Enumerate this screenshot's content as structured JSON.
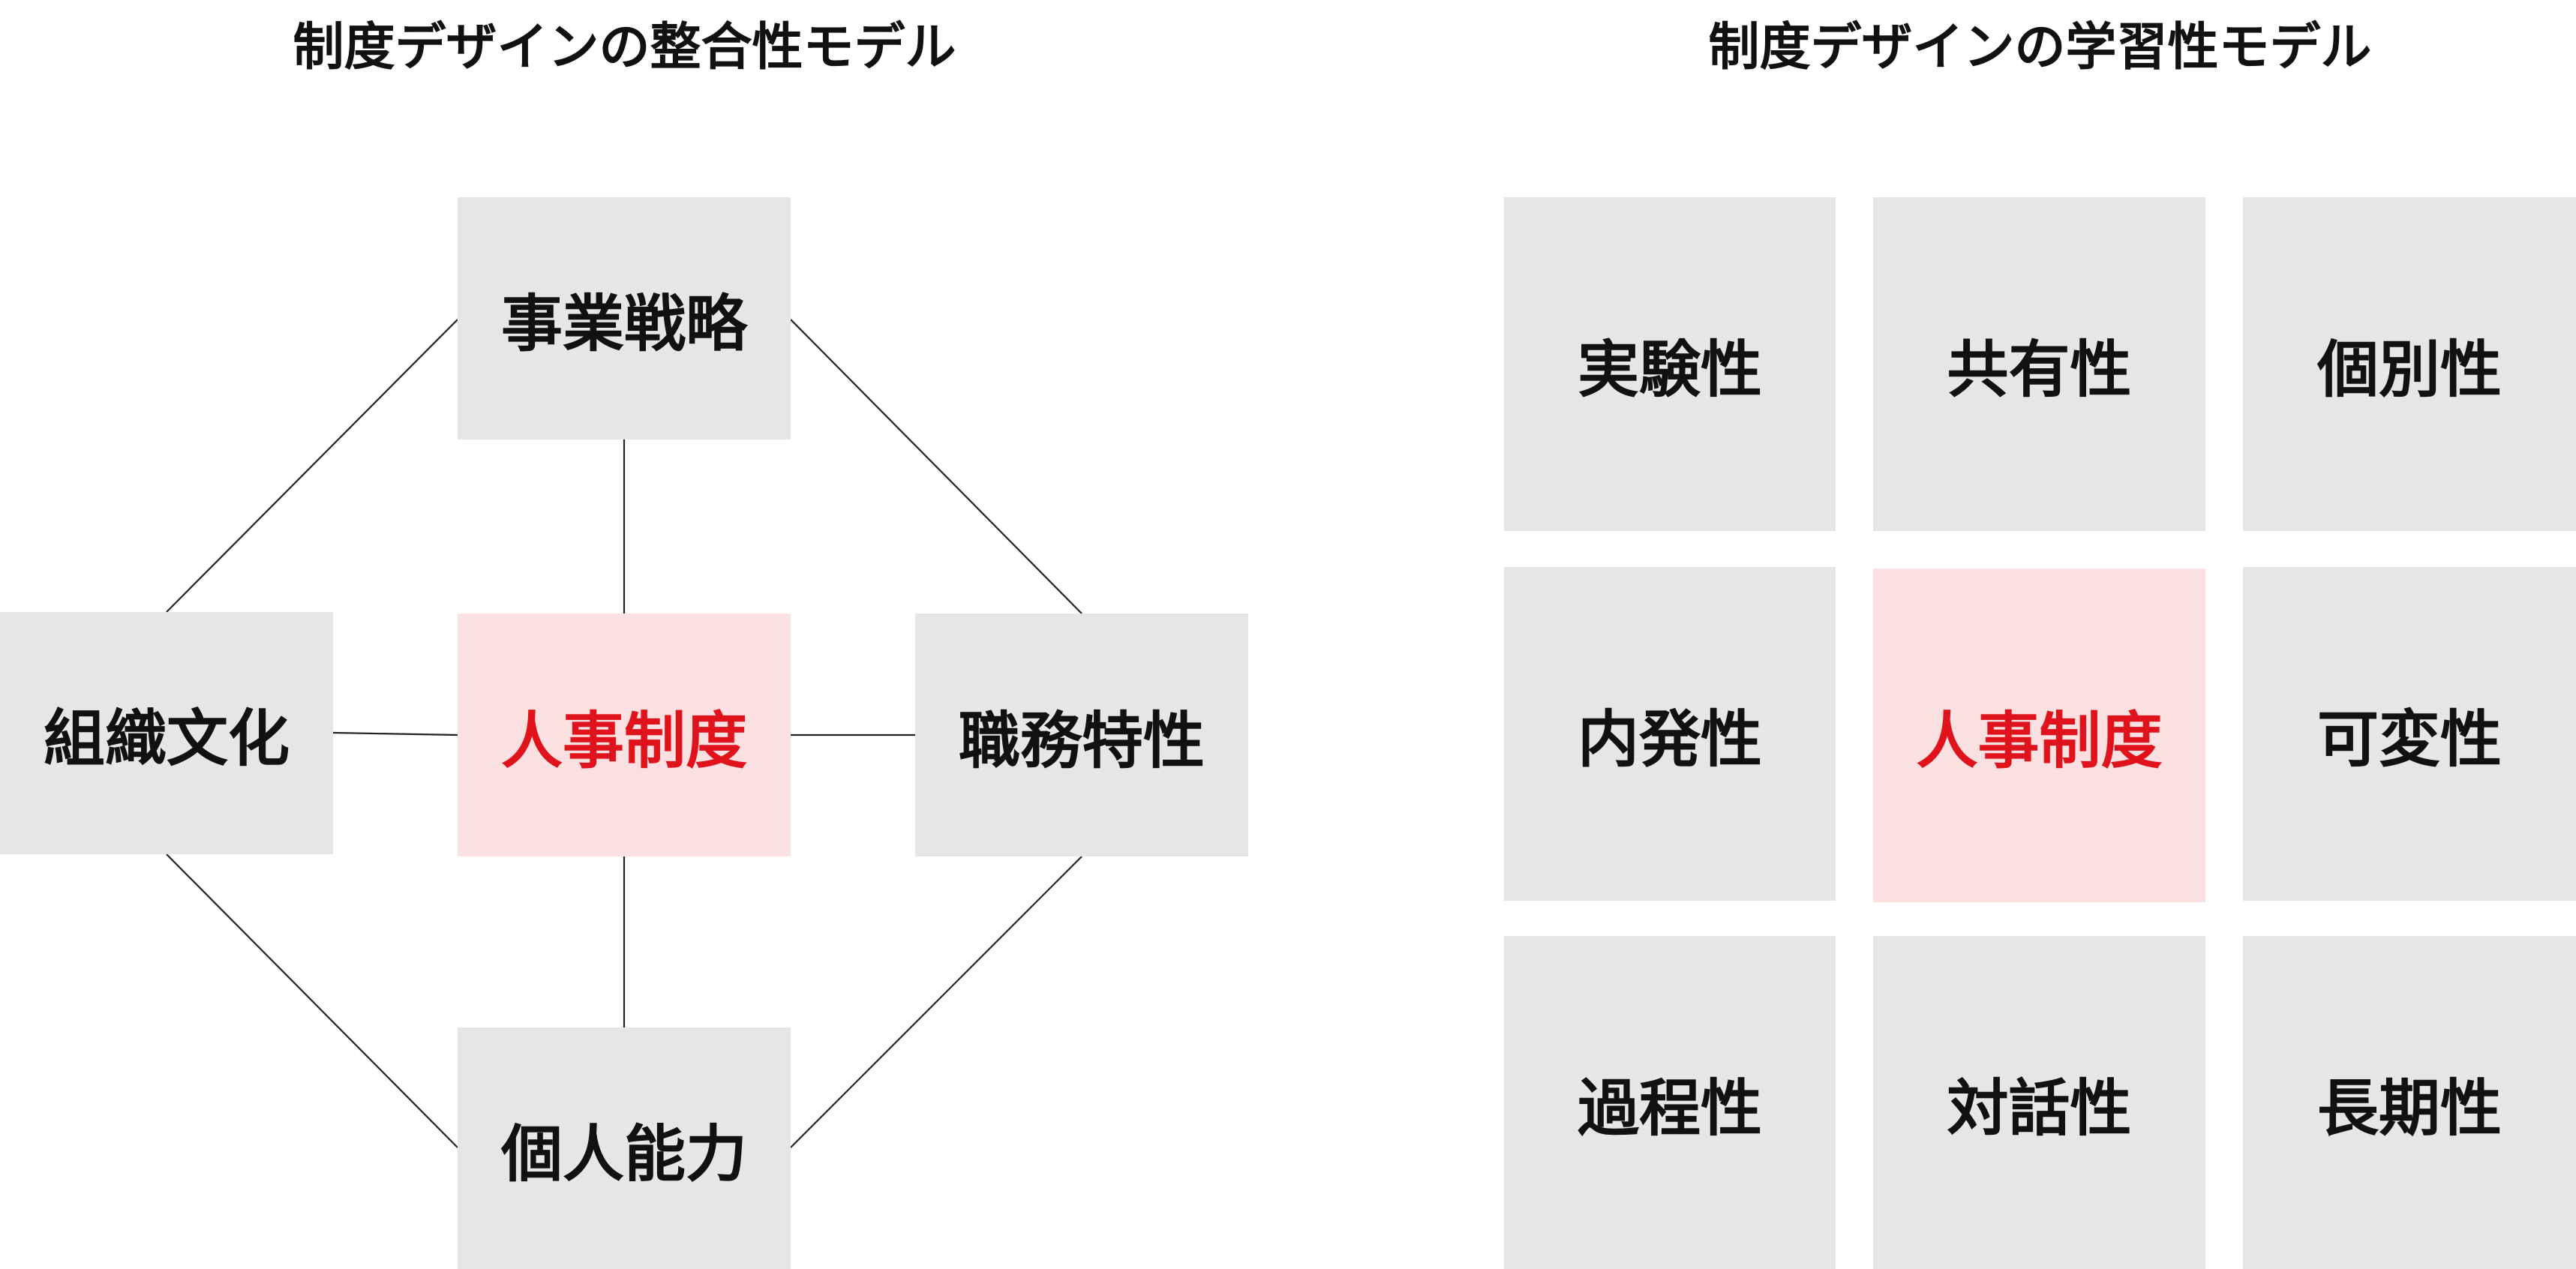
{
  "alignment_model": {
    "title": "制度デザインの整合性モデル",
    "center": "人事制度",
    "top": "事業戦略",
    "left": "組織文化",
    "right": "職務特性",
    "bottom": "個人能力"
  },
  "learning_model": {
    "title": "制度デザインの学習性モデル",
    "cells": [
      [
        "実験性",
        "共有性",
        "個別性"
      ],
      [
        "内発性",
        "人事制度",
        "可変性"
      ],
      [
        "過程性",
        "対話性",
        "長期性"
      ]
    ]
  },
  "colors": {
    "box_gray": "#e6e6e6",
    "center_pink": "#fbe0e2",
    "center_red": "#e0131d",
    "text_dark": "#111111"
  }
}
